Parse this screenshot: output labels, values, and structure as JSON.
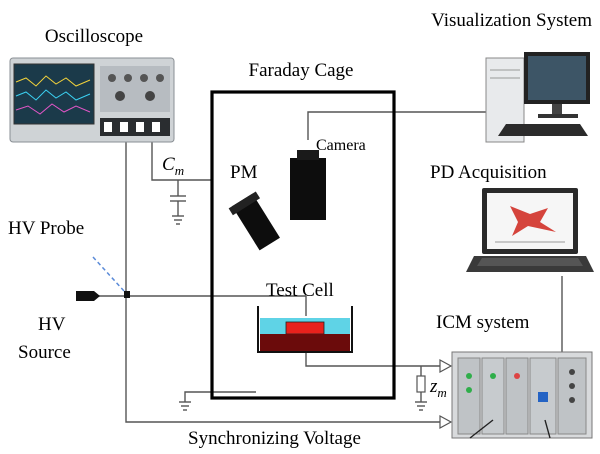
{
  "labels": {
    "oscilloscope": "Oscilloscope",
    "faraday_cage": "Faraday Cage",
    "visualization_system": "Visualization  System",
    "camera": "Camera",
    "pm": "PM",
    "cm_main": "C",
    "cm_sub": "m",
    "hv_probe": "HV Probe",
    "hv": "HV",
    "source": "Source",
    "test_cell": "Test Cell",
    "pd_acquisition": "PD Acquisition",
    "icm_system": "ICM system",
    "zm_main": "z",
    "zm_sub": "m",
    "synchronizing_voltage": "Synchronizing  Voltage"
  },
  "colors": {
    "cell_water": "#5fd3e6",
    "cell_electrode": "#e8211c",
    "cell_base": "#6b0b0b",
    "probe_dash": "#5b8bd8",
    "wire": "#555555"
  }
}
